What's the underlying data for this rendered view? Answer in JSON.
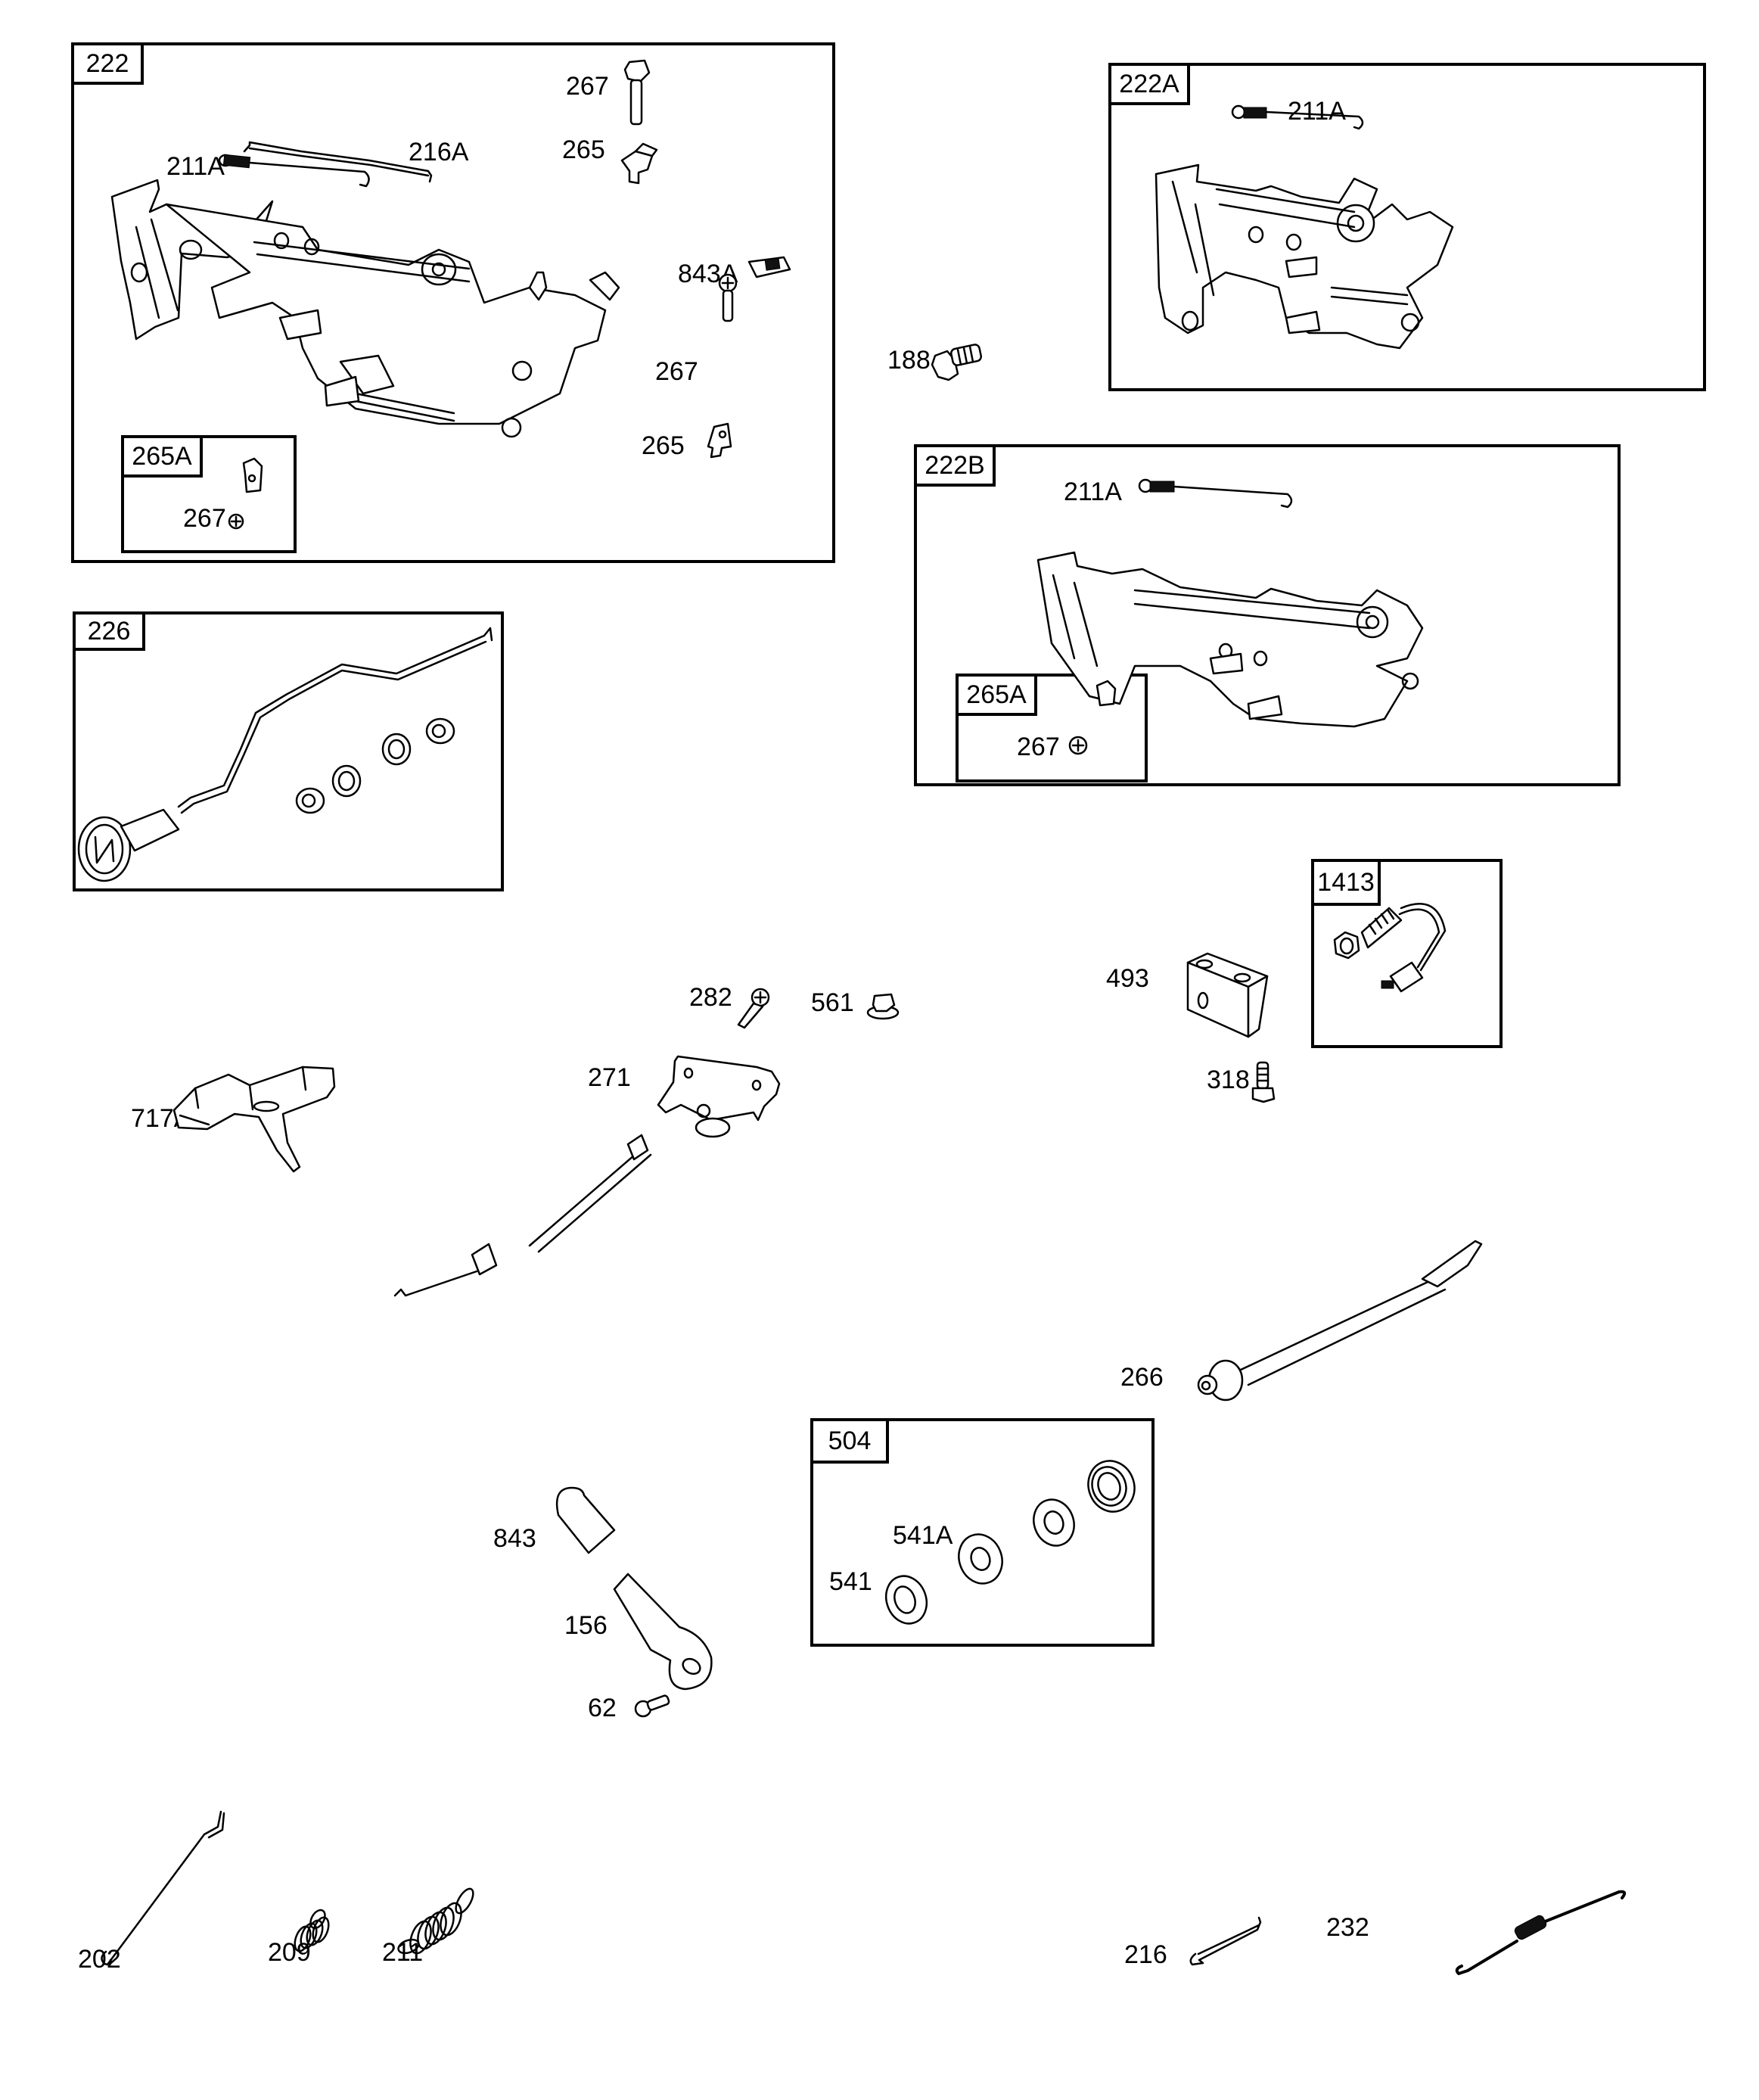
{
  "diagram": {
    "type": "exploded parts diagram",
    "theme_colors": {
      "line": "#000000",
      "background": "#ffffff"
    }
  },
  "kits": {
    "k222": {
      "label": "222",
      "callouts": {
        "c267a": "267",
        "c216a": "216A",
        "c265a": "265",
        "c211a": "211A",
        "c843a": "843A",
        "c267b": "267",
        "c265b": "265"
      },
      "sub": {
        "label": "265A",
        "callouts": {
          "c267": "267"
        }
      }
    },
    "k222a": {
      "label": "222A",
      "callouts": {
        "c211a": "211A"
      }
    },
    "k222b": {
      "label": "222B",
      "callouts": {
        "c211a": "211A"
      },
      "sub": {
        "label": "265A",
        "callouts": {
          "c267": "267"
        }
      }
    },
    "k226": {
      "label": "226"
    },
    "k1413": {
      "label": "1413"
    },
    "k504": {
      "label": "504",
      "callouts": {
        "c541a": "541A",
        "c541": "541"
      }
    }
  },
  "parts": {
    "p188": "188",
    "p282": "282",
    "p561": "561",
    "p493": "493",
    "p318": "318",
    "p717a": "717A",
    "p271": "271",
    "p266": "266",
    "p843": "843",
    "p156": "156",
    "p62": "62",
    "p202": "202",
    "p209": "209",
    "p211": "211",
    "p216": "216",
    "p232": "232"
  }
}
